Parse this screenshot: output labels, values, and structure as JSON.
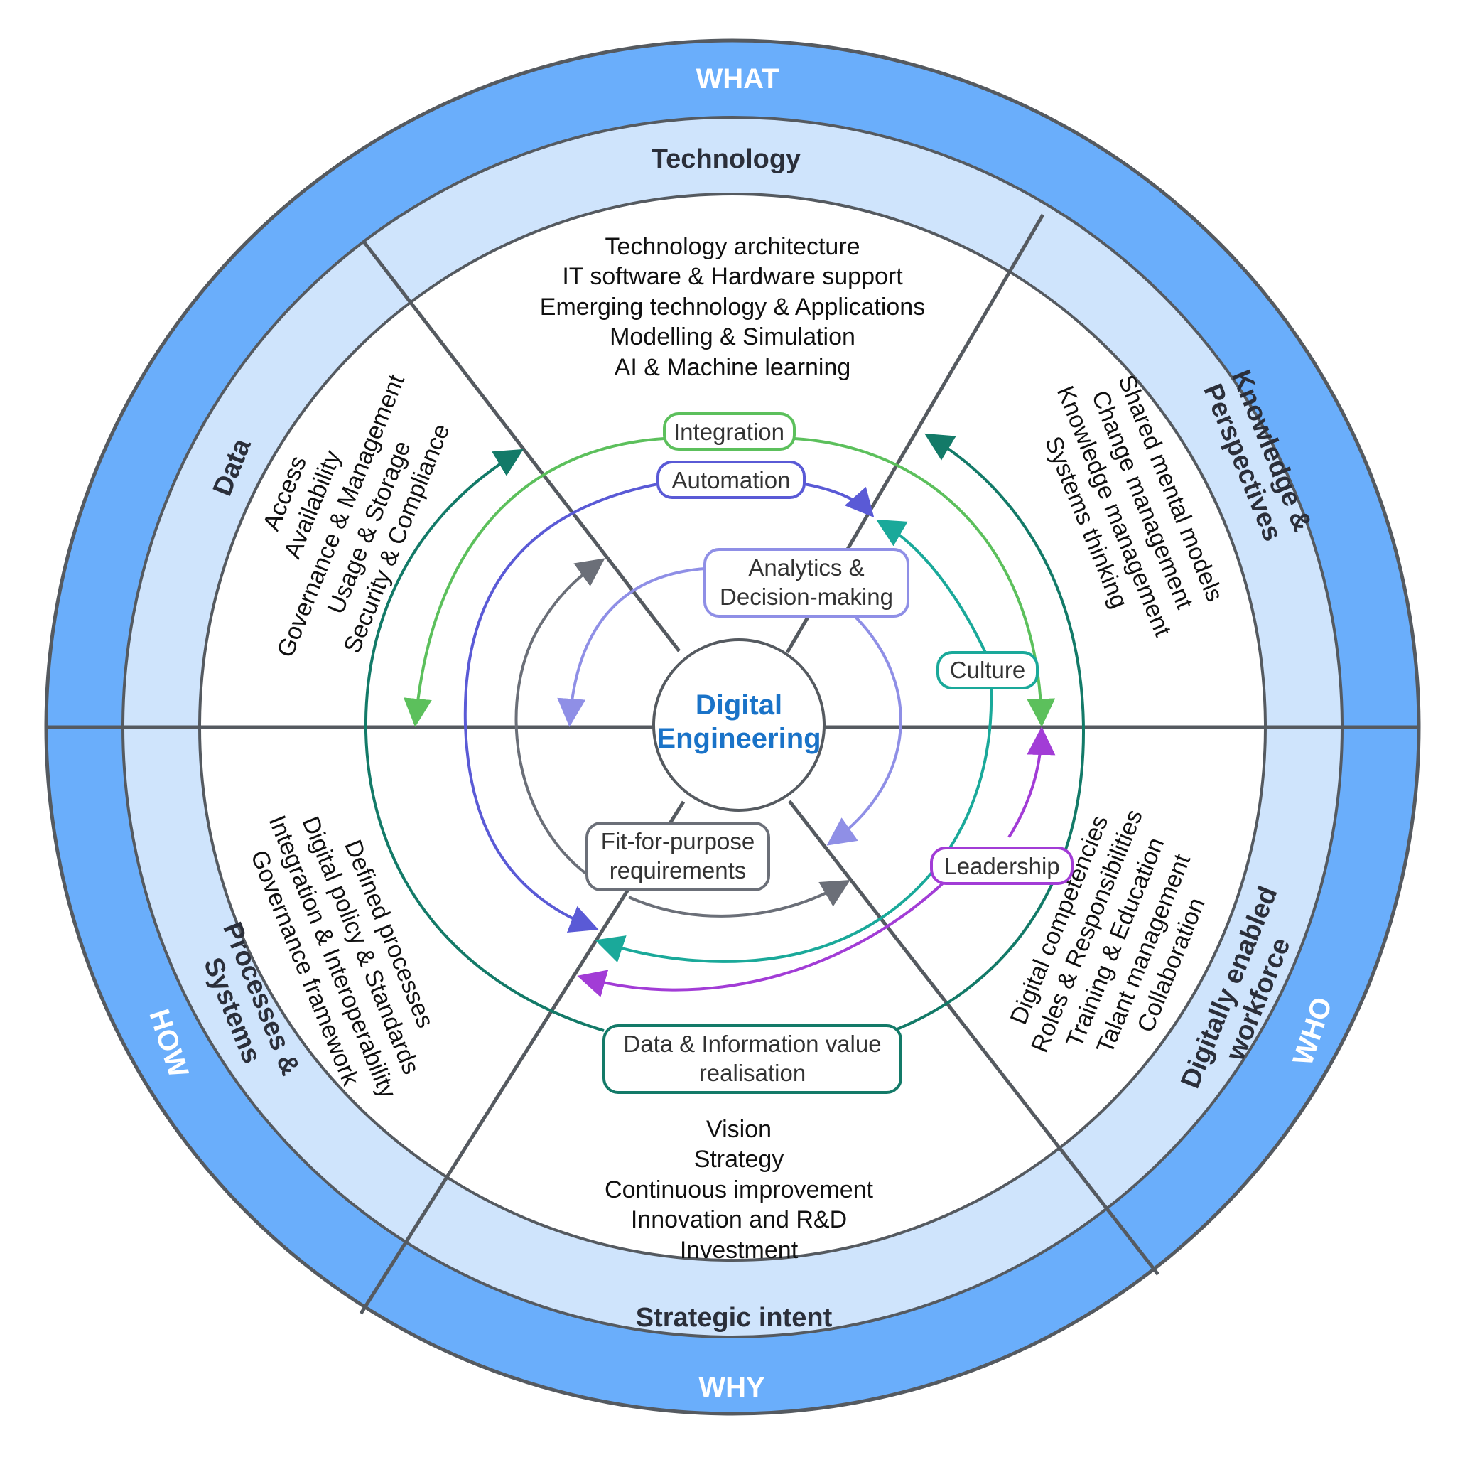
{
  "colors": {
    "outer_ring": "#6aaefb",
    "middle_ring": "#cfe4fc",
    "inner_fill": "#ffffff",
    "line": "#555a60",
    "center_text": "#1a73c8",
    "integration": "#5cc05c",
    "automation": "#5a5ad6",
    "analytics": "#8f8fe6",
    "requirements": "#6b6f78",
    "culture": "#1aa99a",
    "leadership": "#a23cd6",
    "data_value": "#137a68"
  },
  "center": {
    "line1": "Digital",
    "line2": "Engineering"
  },
  "outer_labels": {
    "top": "WHAT",
    "bottom": "WHY",
    "left": "HOW",
    "right": "WHO"
  },
  "sectors": {
    "technology": {
      "title": "Technology",
      "items": [
        "Technology architecture",
        "IT software & Hardware support",
        "Emerging technology & Applications",
        "Modelling & Simulation",
        "AI & Machine learning"
      ]
    },
    "knowledge": {
      "title_line1": "Knowledge &",
      "title_line2": "Perspectives",
      "items": [
        "Shared mental models",
        "Change management",
        "Knowledge management",
        "Systems thinking"
      ]
    },
    "workforce": {
      "title_line1": "Digitally enabled",
      "title_line2": "workforce",
      "items": [
        "Digital competencies",
        "Roles &  Responsibilities",
        "Training & Education",
        "Talant management",
        "Collaboration"
      ]
    },
    "strategic": {
      "title": "Strategic intent",
      "items": [
        "Vision",
        "Strategy",
        "Continuous improvement",
        "Innovation and R&D",
        "Investment"
      ]
    },
    "processes": {
      "title_line1": "Processes &",
      "title_line2": "Systems",
      "items": [
        "Defined processes",
        "Digital policy & Standards",
        "Integration & Interoperability",
        "Governance framework"
      ]
    },
    "data": {
      "title": "Data",
      "items": [
        "Access",
        "Availability",
        "Governance & Management",
        "Usage & Storage",
        "Security & Compliance"
      ]
    }
  },
  "enablers": {
    "integration": "Integration",
    "automation": "Automation",
    "analytics_line1": "Analytics &",
    "analytics_line2": "Decision-making",
    "culture": "Culture",
    "leadership": "Leadership",
    "requirements_line1": "Fit-for-purpose",
    "requirements_line2": "requirements",
    "data_value_line1": "Data & Information value",
    "data_value_line2": "realisation"
  }
}
